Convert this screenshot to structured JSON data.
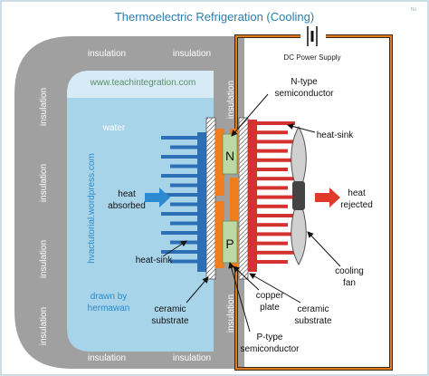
{
  "title": "Thermoelectric Refrigeration (Cooling)",
  "corner_mark": "hs",
  "power_supply_label": "DC Power Supply",
  "insulation_label": "insulation",
  "website": "www.teachintegration.com",
  "blog_vertical": "hvactutorial.wordpress.com",
  "water_label": "water",
  "credit_line1": "drawn by",
  "credit_line2": "hermawan",
  "n_label": "N",
  "p_label": "P",
  "heat_absorbed": [
    "heat",
    "absorbed"
  ],
  "heat_rejected": [
    "heat",
    "rejected"
  ],
  "ntype": [
    "N-type",
    "semiconductor"
  ],
  "ptype": [
    "P-type",
    "semiconductor"
  ],
  "heatsink_right": "heat-sink",
  "heatsink_left": "heat-sink",
  "ceramic_left": [
    "ceramic",
    "substrate"
  ],
  "ceramic_right": [
    "ceramic",
    "substrate"
  ],
  "copper": [
    "copper",
    "plate"
  ],
  "fan": [
    "cooling",
    "fan"
  ],
  "colors": {
    "title": "#2a7fb0",
    "water": "#a8d4ea",
    "insulation_frame": "#a0a0a0",
    "insulation_text": "#ffffff",
    "blue_sink": "#2d6fb6",
    "red_sink": "#d4322e",
    "copper": "#f07d1e",
    "n_p_block": "#bcd9a3",
    "wire": "#e07a20",
    "arrow_blue": "#2e8ad0",
    "arrow_red": "#e03a2a"
  }
}
